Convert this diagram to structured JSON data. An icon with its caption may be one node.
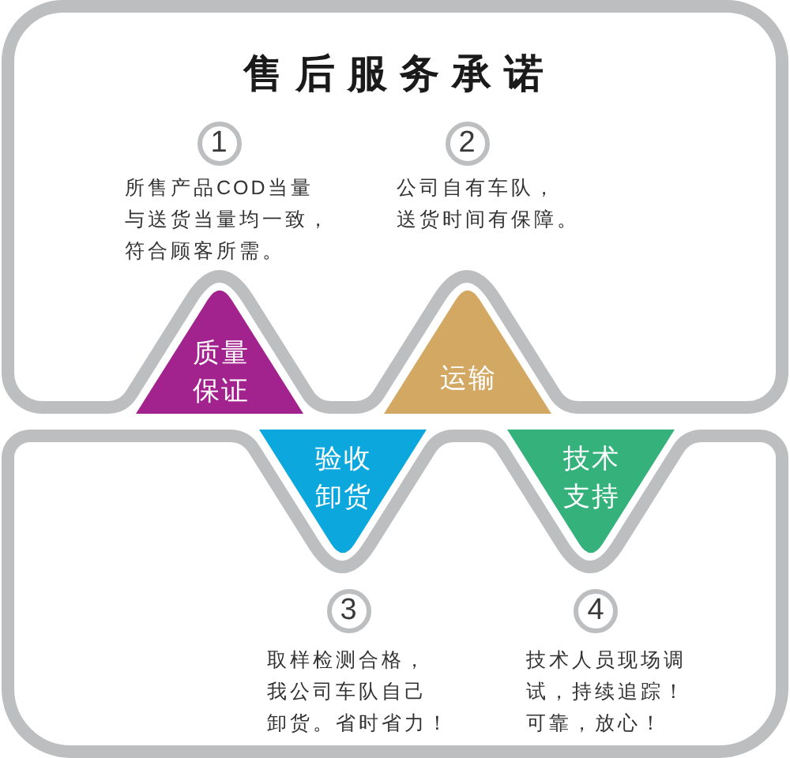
{
  "diagram": {
    "title": "售后服务承诺",
    "nodes": [
      {
        "text": [
          "1"
        ],
        "beside": [
          "所售产品COD当量与送货当量均一致，符合顾客所需。"
        ]
      },
      {
        "text": [
          "2"
        ],
        "beside": [
          "公司自有车队，送货时间有保障。"
        ]
      },
      {
        "text": [
          "质量保证"
        ]
      },
      {
        "text": [
          "运输"
        ]
      },
      {
        "text": [
          "验收卸货"
        ]
      },
      {
        "text": [
          "技术支持"
        ]
      },
      {
        "text": [
          "3"
        ],
        "beside": [
          "取样检测合格，我公司车队自己卸货。省时省力！"
        ]
      },
      {
        "text": [
          "4"
        ],
        "beside": [
          "技术人员现场调试，持续追踪！可靠，放心！"
        ]
      }
    ]
  }
}
